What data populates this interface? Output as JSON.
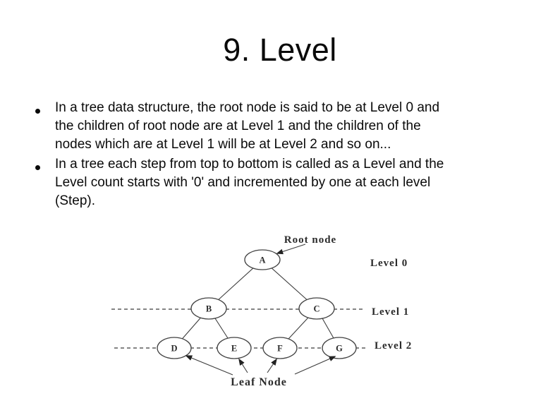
{
  "title": "9. Level",
  "bullets": [
    {
      "lines": [
        "In a tree data structure, the root node is said to be at Level 0 and",
        "the children of root node are at Level 1 and the children of the",
        "nodes which are at Level 1 will be at Level 2 and so on..."
      ]
    },
    {
      "lines": [
        "In a tree each step from top to bottom is called as a Level and the",
        "Level count starts with '0' and incremented by one at each level",
        "(Step)."
      ]
    }
  ],
  "diagram": {
    "root_label": "Root node",
    "leaf_label": "Leaf Node",
    "levels": [
      "Level 0",
      "Level 1",
      "Level 2"
    ],
    "nodes": [
      "A",
      "B",
      "C",
      "D",
      "E",
      "F",
      "G"
    ],
    "edges": [
      [
        "A",
        "B"
      ],
      [
        "A",
        "C"
      ],
      [
        "B",
        "D"
      ],
      [
        "B",
        "E"
      ],
      [
        "C",
        "F"
      ],
      [
        "C",
        "G"
      ]
    ],
    "colors": {
      "ink": "#2b2b2b",
      "background": "#ffffff"
    }
  }
}
